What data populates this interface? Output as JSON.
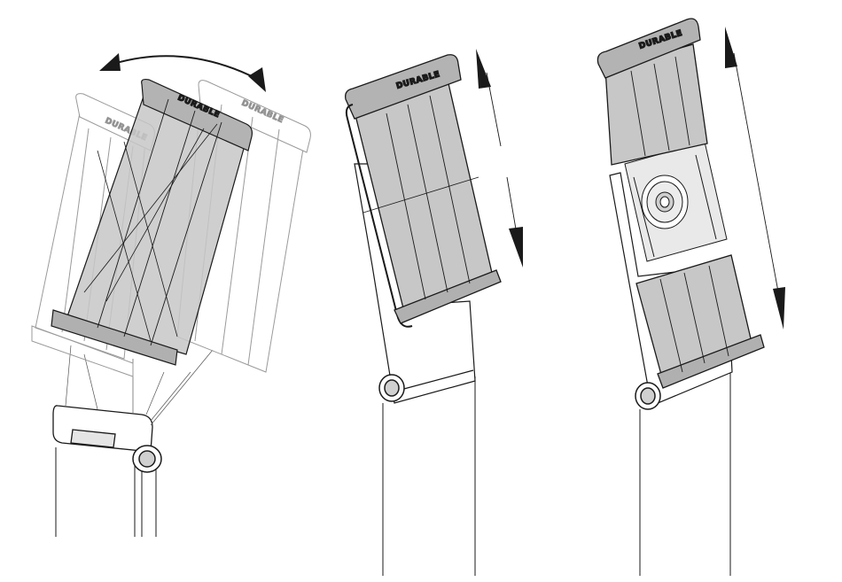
{
  "brand": {
    "name": "DURABLE",
    "colors": {
      "line": "#1a1a1a",
      "fill_grey": "#c9c9c9",
      "fill_dark": "#a9a9a9",
      "ghost": "#9a9a9a",
      "background": "#ffffff"
    }
  },
  "figures": [
    {
      "id": "rotate",
      "motion": "rotation",
      "arrow": "double-curved-arrow"
    },
    {
      "id": "slide",
      "motion": "vertical adjustment",
      "arrow": "double-vertical-arrow"
    },
    {
      "id": "extend",
      "motion": "extension",
      "arrow": "double-vertical-arrow"
    }
  ]
}
